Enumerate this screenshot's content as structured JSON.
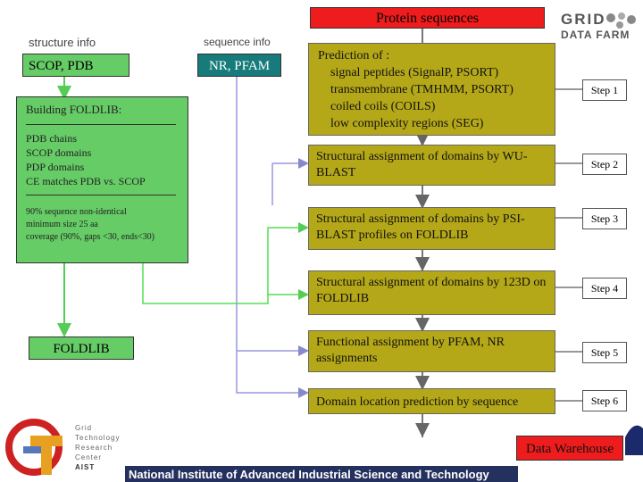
{
  "header": {
    "protein_sequences": "Protein sequences"
  },
  "structure": {
    "title": "structure info",
    "scop_pdb": "SCOP, PDB",
    "building": "Building FOLDLIB:",
    "sources": [
      "PDB chains",
      "SCOP domains",
      "PDP domains",
      "CE matches PDB vs. SCOP"
    ],
    "criteria": [
      "90% sequence non-identical",
      "minimum size 25 aa",
      "coverage (90%, gaps <30, ends<30)"
    ],
    "foldlib": "FOLDLIB"
  },
  "sequence": {
    "title": "sequence info",
    "nr_pfam": "NR, PFAM"
  },
  "pipeline": {
    "prediction": {
      "title": "Prediction of :",
      "items": [
        "signal peptides (SignalP, PSORT)",
        "transmembrane (TMHMM, PSORT)",
        "coiled coils (COILS)",
        "low complexity regions (SEG)"
      ]
    },
    "steps": [
      {
        "task": "Structural assignment of domains by WU-BLAST",
        "label": "Step 2"
      },
      {
        "task": "Structural assignment of domains by PSI-BLAST profiles on FOLDLIB",
        "label": "Step 3"
      },
      {
        "task": "Structural assignment of domains by 123D on FOLDLIB",
        "label": "Step 4"
      },
      {
        "task": "Functional assignment by PFAM, NR assignments",
        "label": "Step 5"
      },
      {
        "task": "Domain location prediction by sequence",
        "label": "Step 6"
      }
    ],
    "step1": "Step 1",
    "warehouse": "Data Warehouse"
  },
  "logos": {
    "grid_line1": "GRID",
    "grid_line2": "DATA FARM",
    "gtrc_lines": [
      "Grid",
      "Technology",
      "Research",
      "Center"
    ],
    "aist": "AIST"
  },
  "footer": "National Institute of Advanced Industrial Science and Technology",
  "colors": {
    "red": "#ee1c1c",
    "green": "#66cc66",
    "teal": "#177b7b",
    "olive": "#b5a818",
    "arrow_gray": "#777777",
    "arrow_blue": "#9999dd",
    "arrow_green": "#66dd66"
  }
}
